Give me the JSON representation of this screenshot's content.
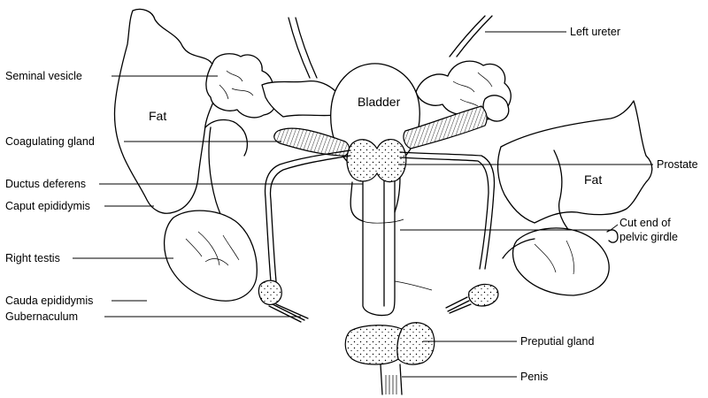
{
  "labels": {
    "seminal_vesicle": "Seminal vesicle",
    "fat_left": "Fat",
    "coagulating_gland": "Coagulating gland",
    "ductus_deferens": "Ductus deferens",
    "caput_epididymis": "Caput epididymis",
    "right_testis": "Right testis",
    "cauda_epididymis": "Cauda epididymis",
    "gubernaculum": "Gubernaculum",
    "bladder": "Bladder",
    "left_ureter": "Left ureter",
    "prostate": "Prostate",
    "fat_right": "Fat",
    "cut_end_line1": "Cut end of",
    "cut_end_line2": "pelvic girdle",
    "preputial_gland": "Preputial gland",
    "penis": "Penis"
  }
}
